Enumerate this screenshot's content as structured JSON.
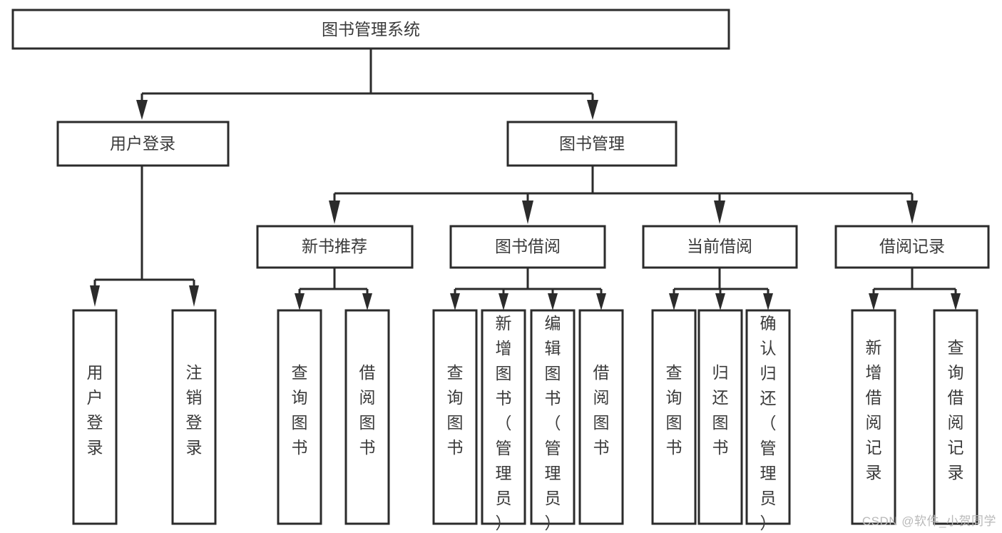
{
  "diagram": {
    "type": "tree",
    "title": "图书管理系统",
    "watermark": "CSDN @软件_小贺同学",
    "colors": {
      "box_stroke": "#2b2b2b",
      "box_fill": "#ffffff",
      "text": "#3a3a3a",
      "connector": "#2b2b2b",
      "background": "#ffffff",
      "watermark": "#b9b9b9"
    },
    "nodes": {
      "root": {
        "label": "图书管理系统",
        "level": 1
      },
      "l2": [
        {
          "label": "用户登录",
          "level": 2
        },
        {
          "label": "图书管理",
          "level": 2
        }
      ],
      "l3": [
        {
          "label": "新书推荐",
          "level": 3
        },
        {
          "label": "图书借阅",
          "level": 3
        },
        {
          "label": "当前借阅",
          "level": 3
        },
        {
          "label": "借阅记录",
          "level": 3
        }
      ],
      "leaves_login": [
        {
          "label": "用户登录",
          "level": 3,
          "orientation": "vertical"
        },
        {
          "label": "注销登录",
          "level": 3,
          "orientation": "vertical"
        }
      ],
      "leaves_newbook": [
        {
          "label": "查询图书",
          "level": 4,
          "orientation": "vertical"
        },
        {
          "label": "借阅图书",
          "level": 4,
          "orientation": "vertical"
        }
      ],
      "leaves_borrow": [
        {
          "label": "查询图书",
          "level": 4,
          "orientation": "vertical"
        },
        {
          "label": "新增图书（管理员）",
          "level": 4,
          "orientation": "vertical"
        },
        {
          "label": "编辑图书（管理员）",
          "level": 4,
          "orientation": "vertical"
        },
        {
          "label": "借阅图书",
          "level": 4,
          "orientation": "vertical"
        }
      ],
      "leaves_current": [
        {
          "label": "查询图书",
          "level": 4,
          "orientation": "vertical"
        },
        {
          "label": "归还图书",
          "level": 4,
          "orientation": "vertical"
        },
        {
          "label": "确认归还（管理员）",
          "level": 4,
          "orientation": "vertical"
        }
      ],
      "leaves_records": [
        {
          "label": "新增借阅记录",
          "level": 4,
          "orientation": "vertical"
        },
        {
          "label": "查询借阅记录",
          "level": 4,
          "orientation": "vertical"
        }
      ]
    }
  }
}
